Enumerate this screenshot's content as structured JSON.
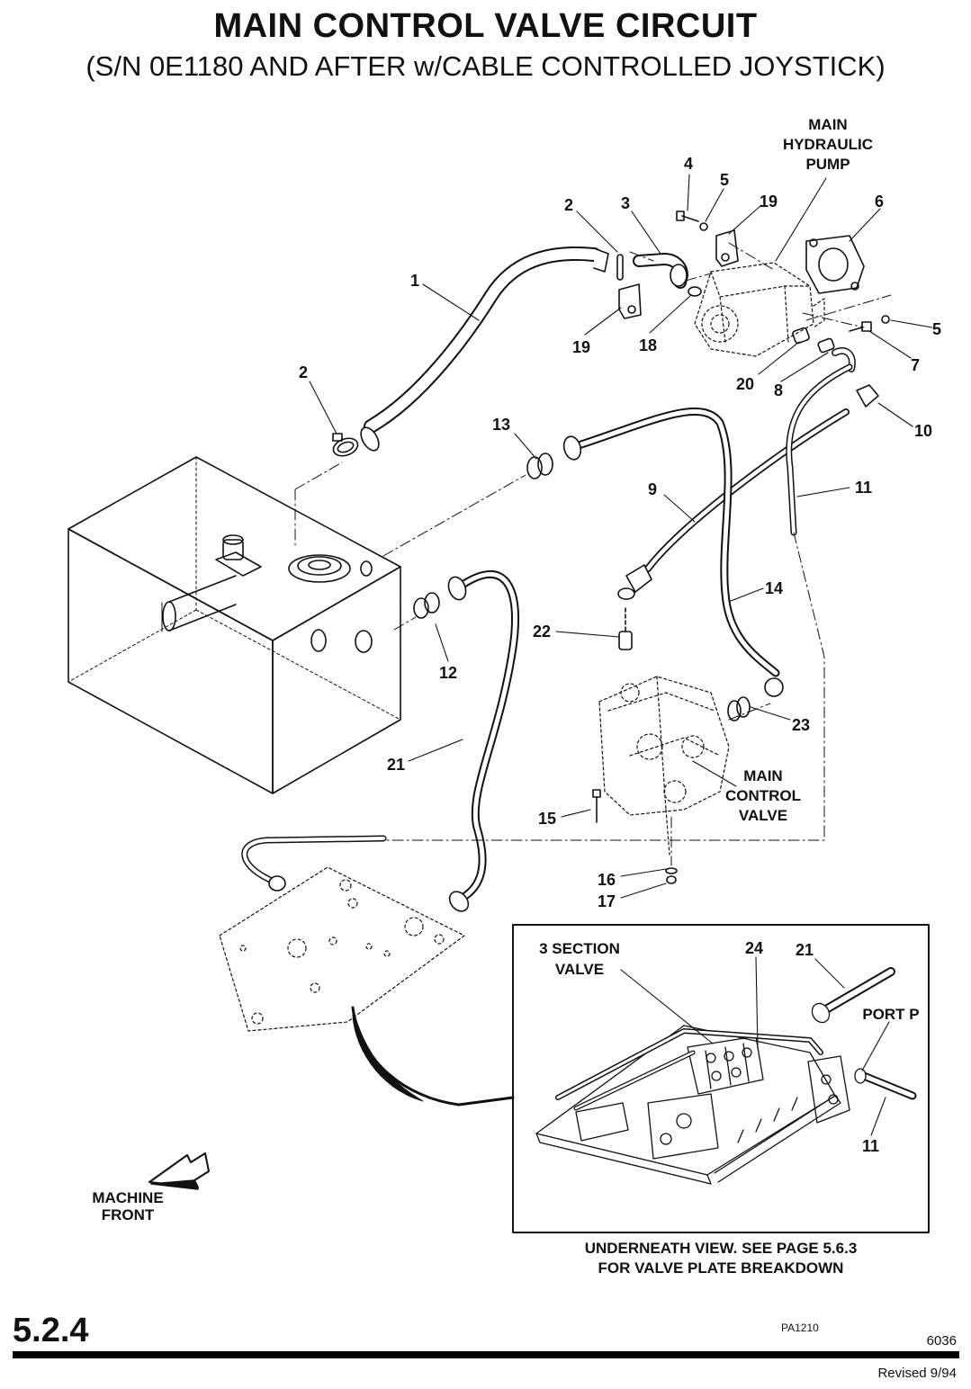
{
  "title": "MAIN CONTROL VALVE CIRCUIT",
  "subtitle": "(S/N 0E1180 AND AFTER w/CABLE CONTROLLED JOYSTICK)",
  "labels": {
    "main_hydraulic_pump": [
      "MAIN",
      "HYDRAULIC",
      "PUMP"
    ],
    "main_control_valve": [
      "MAIN",
      "CONTROL",
      "VALVE"
    ],
    "three_section_valve": [
      "3 SECTION",
      "VALVE"
    ],
    "port_p": "PORT P",
    "machine_front": [
      "MACHINE",
      "FRONT"
    ]
  },
  "callouts": [
    "1",
    "2",
    "2",
    "3",
    "4",
    "5",
    "5",
    "6",
    "7",
    "8",
    "9",
    "10",
    "11",
    "11",
    "12",
    "13",
    "14",
    "15",
    "16",
    "17",
    "18",
    "19",
    "19",
    "20",
    "21",
    "21",
    "22",
    "23",
    "24"
  ],
  "inset_caption": [
    "UNDERNEATH VIEW.  SEE PAGE 5.6.3",
    "FOR VALVE PLATE BREAKDOWN"
  ],
  "footer": {
    "page_number": "5.2.4",
    "ref_code": "PA1210",
    "doc_number": "6036",
    "revised": "Revised 9/94"
  }
}
